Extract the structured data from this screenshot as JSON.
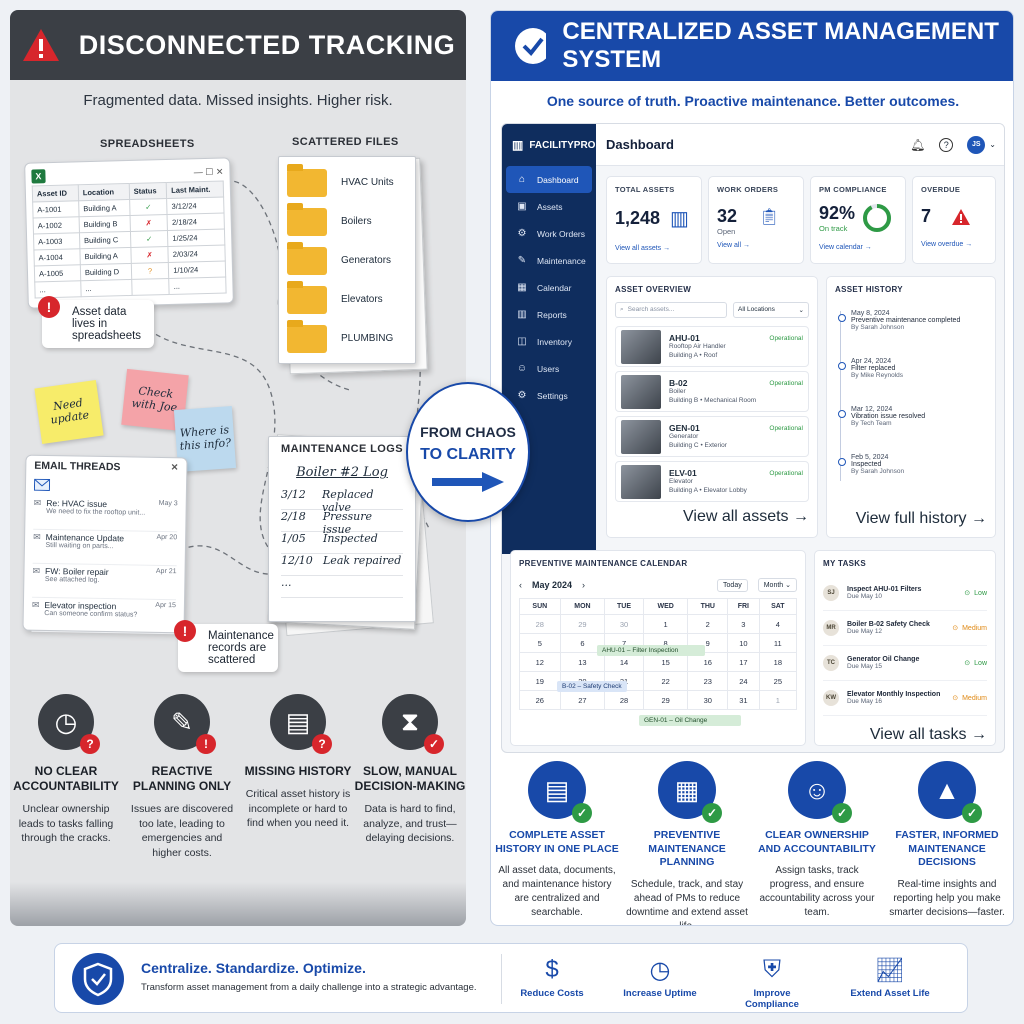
{
  "left": {
    "title": "DISCONNECTED TRACKING",
    "subtitle": "Fragmented data. Missed insights. Higher risk.",
    "spreadsheets_label": "SPREADSHEETS",
    "spreadsheet": {
      "headers": [
        "Asset ID",
        "Location",
        "Status",
        "Last Maint."
      ],
      "rows": [
        [
          "A-1001",
          "Building A",
          "✓",
          "3/12/24"
        ],
        [
          "A-1002",
          "Building B",
          "✗",
          "2/18/24"
        ],
        [
          "A-1003",
          "Building C",
          "✓",
          "1/25/24"
        ],
        [
          "A-1004",
          "Building A",
          "✗",
          "2/03/24"
        ],
        [
          "A-1005",
          "Building D",
          "?",
          "1/10/24"
        ],
        [
          "...",
          "...",
          "",
          "..."
        ]
      ]
    },
    "callout_spreadsheets": "Asset data lives in spreadsheets",
    "files_label": "SCATTERED FILES",
    "files": [
      "HVAC Units",
      "Boilers",
      "Generators",
      "Elevators",
      "PLUMBING"
    ],
    "stickies": [
      "Need update",
      "Check with Joe",
      "Where is this info?"
    ],
    "email_label": "EMAIL THREADS",
    "emails": [
      {
        "subject": "Re: HVAC issue",
        "preview": "We need to fix the rooftop unit...",
        "date": "May 3"
      },
      {
        "subject": "Maintenance Update",
        "preview": "Still waiting on parts...",
        "date": "Apr 20"
      },
      {
        "subject": "FW: Boiler repair",
        "preview": "See attached log.",
        "date": "Apr 21"
      },
      {
        "subject": "Elevator inspection",
        "preview": "Can someone confirm status?",
        "date": "Apr 15"
      }
    ],
    "logs_label": "MAINTENANCE LOGS",
    "log_title": "Boiler #2 Log",
    "log_entries": [
      {
        "date": "3/12",
        "text": "Replaced valve"
      },
      {
        "date": "2/18",
        "text": "Pressure issue"
      },
      {
        "date": "1/05",
        "text": "Inspected"
      },
      {
        "date": "12/10",
        "text": "Leak repaired"
      },
      {
        "date": "...",
        "text": ""
      }
    ],
    "callout_logs": "Maintenance records are scattered",
    "features": [
      {
        "icon": "clock-icon",
        "title": "NO CLEAR ACCOUNTABILITY",
        "text": "Unclear ownership leads to tasks falling through the cracks."
      },
      {
        "icon": "wrench-icon",
        "title": "REACTIVE PLANNING ONLY",
        "text": "Issues are discovered too late, leading to emergencies and higher costs."
      },
      {
        "icon": "document-icon",
        "title": "MISSING HISTORY",
        "text": "Critical asset history is incomplete or hard to find when you need it."
      },
      {
        "icon": "hourglass-icon",
        "title": "SLOW, MANUAL DECISION-MAKING",
        "text": "Data is hard to find, analyze, and trust—delaying decisions."
      }
    ]
  },
  "transition": {
    "line1": "FROM CHAOS",
    "line2": "TO CLARITY"
  },
  "right": {
    "title": "CENTRALIZED ASSET MANAGEMENT SYSTEM",
    "subtitle": "One source of truth. Proactive maintenance. Better outcomes.",
    "app": {
      "brand": "FACILITYPRO",
      "page_title": "Dashboard",
      "user_initials": "JS",
      "nav": [
        {
          "icon": "home-icon",
          "label": "Dashboard"
        },
        {
          "icon": "assets-icon",
          "label": "Assets"
        },
        {
          "icon": "gear-icon",
          "label": "Work Orders"
        },
        {
          "icon": "wrench-icon",
          "label": "Maintenance"
        },
        {
          "icon": "calendar-icon",
          "label": "Calendar"
        },
        {
          "icon": "reports-icon",
          "label": "Reports"
        },
        {
          "icon": "inventory-icon",
          "label": "Inventory"
        },
        {
          "icon": "users-icon",
          "label": "Users"
        },
        {
          "icon": "settings-icon",
          "label": "Settings"
        }
      ],
      "kpis": [
        {
          "title": "TOTAL ASSETS",
          "value": "1,248",
          "sub": "",
          "link": "View all assets →"
        },
        {
          "title": "WORK ORDERS",
          "value": "32",
          "sub": "Open",
          "link": "View all →"
        },
        {
          "title": "PM COMPLIANCE",
          "value": "92%",
          "sub": "On track",
          "link": "View calendar →"
        },
        {
          "title": "OVERDUE",
          "value": "7",
          "sub": "",
          "link": "View overdue →"
        }
      ],
      "pm_compliance_fraction": 0.92,
      "asset_overview": {
        "title": "ASSET OVERVIEW",
        "search_placeholder": "Search assets...",
        "location_filter": "All Locations",
        "assets": [
          {
            "id": "AHU-01",
            "type": "Rooftop Air Handler",
            "building": "Building A",
            "place": "Roof",
            "status": "Operational"
          },
          {
            "id": "B-02",
            "type": "Boiler",
            "building": "Building B",
            "place": "Mechanical Room",
            "status": "Operational"
          },
          {
            "id": "GEN-01",
            "type": "Generator",
            "building": "Building C",
            "place": "Exterior",
            "status": "Operational"
          },
          {
            "id": "ELV-01",
            "type": "Elevator",
            "building": "Building A",
            "place": "Elevator Lobby",
            "status": "Operational"
          }
        ],
        "link": "View all assets →"
      },
      "asset_history": {
        "title": "ASSET HISTORY",
        "items": [
          {
            "date": "May 8, 2024",
            "event": "Preventive maintenance completed",
            "by": "By  Sarah Johnson"
          },
          {
            "date": "Apr 24, 2024",
            "event": "Filter replaced",
            "by": "By  Mike Reynolds"
          },
          {
            "date": "Mar 12, 2024",
            "event": "Vibration issue resolved",
            "by": "By  Tech Team"
          },
          {
            "date": "Feb 5, 2024",
            "event": "Inspected",
            "by": "By  Sarah Johnson"
          }
        ],
        "link": "View full history →"
      },
      "calendar": {
        "title": "PREVENTIVE MAINTENANCE CALENDAR",
        "month": "May 2024",
        "today": "Today",
        "view": "Month",
        "days": [
          "SUN",
          "MON",
          "TUE",
          "WED",
          "THU",
          "FRI",
          "SAT"
        ],
        "weeks": [
          [
            "28",
            "29",
            "30",
            "1",
            "2",
            "3",
            "4"
          ],
          [
            "5",
            "6",
            "7",
            "8",
            "9",
            "10",
            "11"
          ],
          [
            "12",
            "13",
            "14",
            "15",
            "16",
            "17",
            "18"
          ],
          [
            "19",
            "20",
            "21",
            "22",
            "23",
            "24",
            "25"
          ],
          [
            "26",
            "27",
            "28",
            "29",
            "30",
            "31",
            "1"
          ]
        ],
        "events": [
          "AHU-01 – Filter Inspection",
          "B-02 – Safety Check",
          "GEN-01 – Oil Change"
        ]
      },
      "tasks": {
        "title": "MY TASKS",
        "items": [
          {
            "initials": "SJ",
            "name": "Inspect AHU-01 Filters",
            "due": "Due May 10",
            "priority": "Low",
            "color": "#2e9a45"
          },
          {
            "initials": "MR",
            "name": "Boiler B-02 Safety Check",
            "due": "Due May 12",
            "priority": "Medium",
            "color": "#e08a16"
          },
          {
            "initials": "TC",
            "name": "Generator Oil Change",
            "due": "Due May 15",
            "priority": "Low",
            "color": "#2e9a45"
          },
          {
            "initials": "KW",
            "name": "Elevator Monthly Inspection",
            "due": "Due May 16",
            "priority": "Medium",
            "color": "#e08a16"
          }
        ],
        "link": "View all tasks →"
      }
    },
    "features": [
      {
        "icon": "document-check-icon",
        "title": "COMPLETE ASSET HISTORY IN ONE PLACE",
        "text": "All asset data, documents, and maintenance history are centralized and searchable."
      },
      {
        "icon": "calendar-icon",
        "title": "PREVENTIVE MAINTENANCE PLANNING",
        "text": "Schedule, track, and stay ahead of PMs to reduce downtime and extend asset life."
      },
      {
        "icon": "team-icon",
        "title": "CLEAR OWNERSHIP AND ACCOUNTABILITY",
        "text": "Assign tasks, track progress, and ensure accountability across your team."
      },
      {
        "icon": "chart-icon",
        "title": "FASTER, INFORMED MAINTENANCE DECISIONS",
        "text": "Real-time insights and reporting help you make smarter decisions—faster."
      }
    ]
  },
  "bottom": {
    "headline": "Centralize. Standardize. Optimize.",
    "text": "Transform asset management from a daily challenge into a strategic advantage.",
    "items": [
      {
        "icon": "dollar-icon",
        "label": "Reduce Costs"
      },
      {
        "icon": "clock-icon",
        "label": "Increase Uptime"
      },
      {
        "icon": "shield-icon",
        "label": "Improve Compliance"
      },
      {
        "icon": "growth-chart-icon",
        "label": "Extend Asset Life"
      }
    ]
  },
  "colors": {
    "brand_blue": "#1849a9",
    "dark_gray": "#3b3f45",
    "alert_red": "#d7262c",
    "success_green": "#2e9a45",
    "warning_orange": "#e08a16"
  }
}
